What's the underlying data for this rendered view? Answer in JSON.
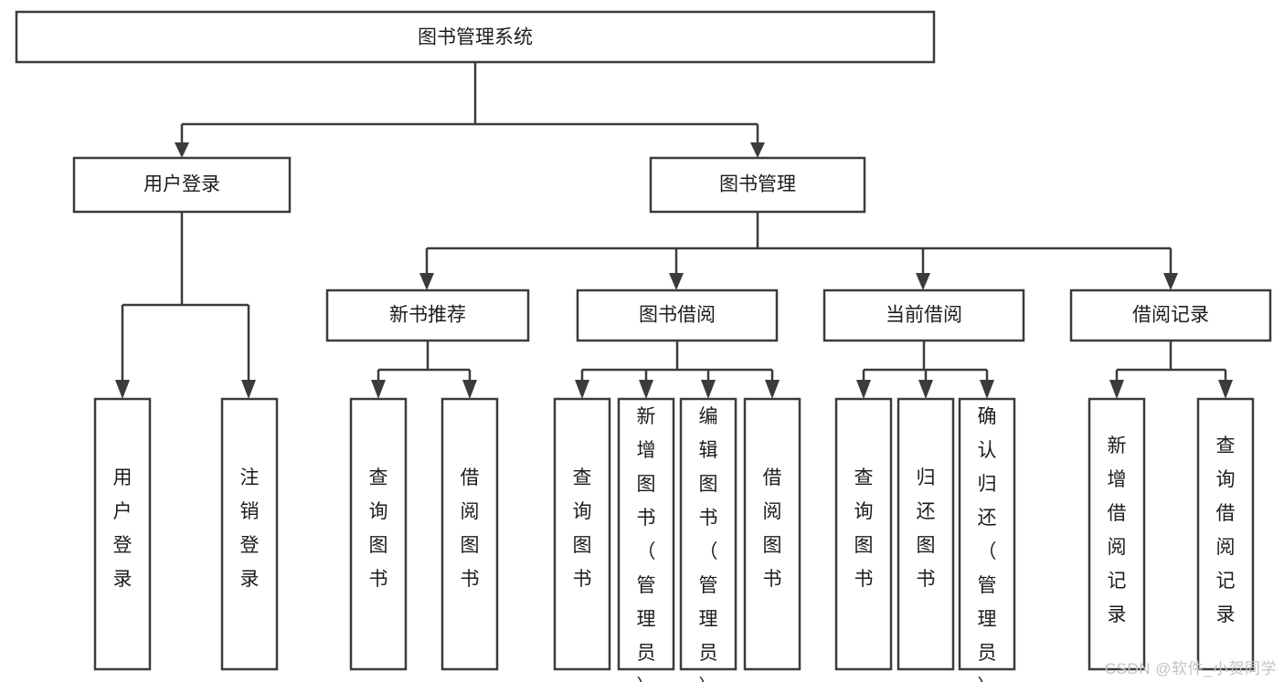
{
  "diagram": {
    "title": "图书管理系统",
    "type": "hierarchy-tree",
    "watermark": "CSDN @软件_小贺同学",
    "colors": {
      "stroke": "#3b3b3b",
      "fill": "#ffffff",
      "text": "#1c1c1c",
      "watermark": "#c3c3c3"
    },
    "root": {
      "label": "图书管理系统"
    },
    "level2": [
      {
        "label": "用户登录"
      },
      {
        "label": "图书管理"
      }
    ],
    "level3": [
      {
        "label": "新书推荐"
      },
      {
        "label": "图书借阅"
      },
      {
        "label": "当前借阅"
      },
      {
        "label": "借阅记录"
      }
    ],
    "leaves": {
      "user_login": [
        {
          "label": "用户登录"
        },
        {
          "label": "注销登录"
        }
      ],
      "new_book_recommend": [
        {
          "label": "查询图书"
        },
        {
          "label": "借阅图书"
        }
      ],
      "book_borrow": [
        {
          "label": "查询图书"
        },
        {
          "label": "新增图书（管理员）"
        },
        {
          "label": "编辑图书（管理员）"
        },
        {
          "label": "借阅图书"
        }
      ],
      "current_borrow": [
        {
          "label": "查询图书"
        },
        {
          "label": "归还图书"
        },
        {
          "label": "确认归还（管理员）"
        }
      ],
      "borrow_record": [
        {
          "label": "新增借阅记录"
        },
        {
          "label": "查询借阅记录"
        }
      ]
    }
  }
}
